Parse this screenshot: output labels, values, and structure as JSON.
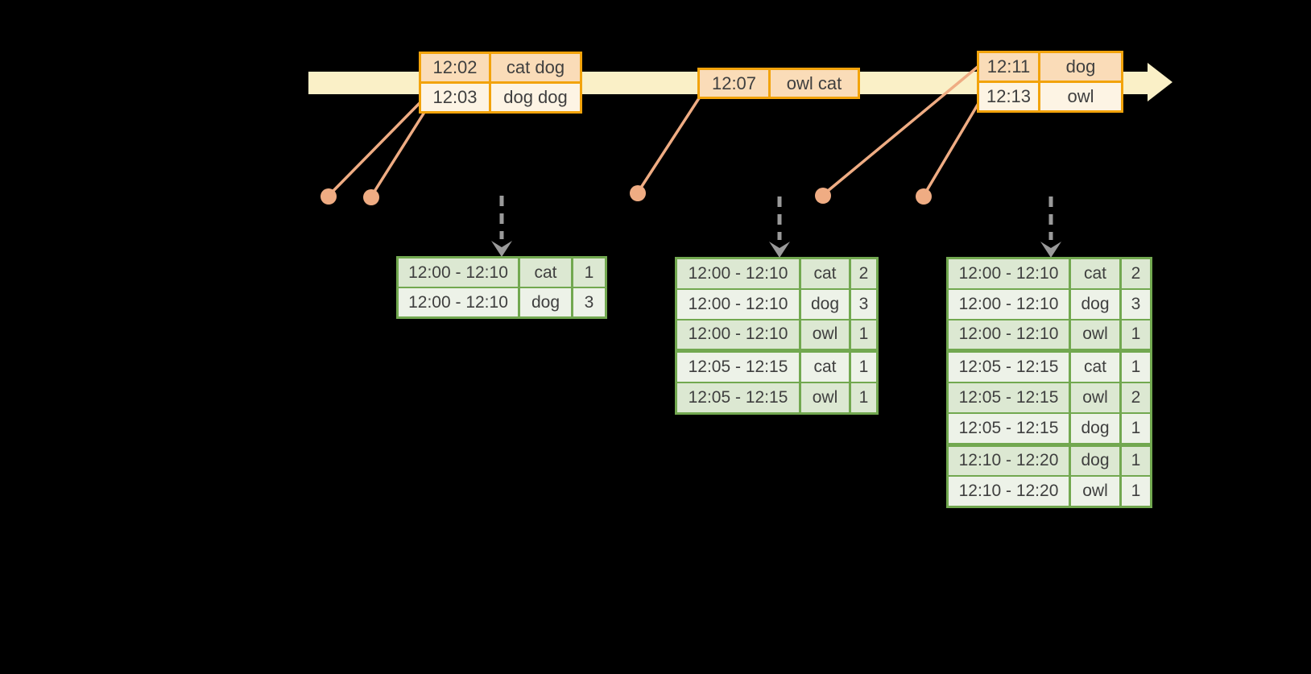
{
  "event_tables": [
    {
      "rows": [
        {
          "time": "12:02",
          "words": "cat dog"
        },
        {
          "time": "12:03",
          "words": "dog dog"
        }
      ]
    },
    {
      "rows": [
        {
          "time": "12:07",
          "words": "owl cat"
        }
      ]
    },
    {
      "rows": [
        {
          "time": "12:11",
          "words": "dog"
        },
        {
          "time": "12:13",
          "words": "owl"
        }
      ]
    }
  ],
  "result_tables": [
    {
      "rows": [
        {
          "window": "12:00 - 12:10",
          "word": "cat",
          "count": "1"
        },
        {
          "window": "12:00 - 12:10",
          "word": "dog",
          "count": "3"
        }
      ]
    },
    {
      "rows": [
        {
          "window": "12:00 - 12:10",
          "word": "cat",
          "count": "2"
        },
        {
          "window": "12:00 - 12:10",
          "word": "dog",
          "count": "3"
        },
        {
          "window": "12:00 - 12:10",
          "word": "owl",
          "count": "1"
        },
        {
          "window": "12:05 - 12:15",
          "word": "cat",
          "count": "1"
        },
        {
          "window": "12:05 - 12:15",
          "word": "owl",
          "count": "1"
        }
      ]
    },
    {
      "rows": [
        {
          "window": "12:00 - 12:10",
          "word": "cat",
          "count": "2"
        },
        {
          "window": "12:00 - 12:10",
          "word": "dog",
          "count": "3"
        },
        {
          "window": "12:00 - 12:10",
          "word": "owl",
          "count": "1"
        },
        {
          "window": "12:05 - 12:15",
          "word": "cat",
          "count": "1"
        },
        {
          "window": "12:05 - 12:15",
          "word": "owl",
          "count": "2"
        },
        {
          "window": "12:05 - 12:15",
          "word": "dog",
          "count": "1"
        },
        {
          "window": "12:10 - 12:20",
          "word": "dog",
          "count": "1"
        },
        {
          "window": "12:10 - 12:20",
          "word": "owl",
          "count": "1"
        }
      ]
    }
  ],
  "colors": {
    "background": "#000000",
    "timeline_fill": "#FAF0C7",
    "event_table_border": "#F2A30B",
    "event_row_peach": "#FADCB8",
    "event_row_cream": "#FDF4E4",
    "connector": "#EFAC83",
    "trigger_arrow": "#9A9A9A",
    "result_table_border": "#72A850",
    "result_row_dark": "#DCE8D2",
    "result_row_light": "#EDF2E8",
    "text": "#3F3F3F"
  }
}
